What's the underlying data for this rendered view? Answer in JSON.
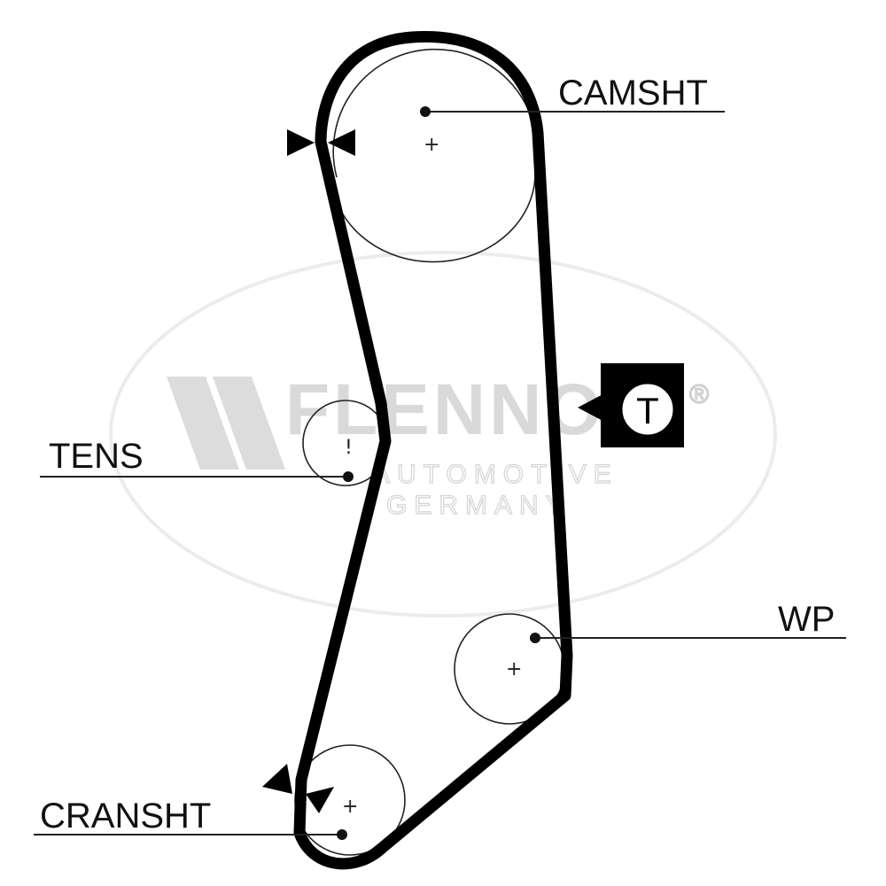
{
  "labels": {
    "camshaft": "CAMSHT",
    "tensioner": "TENS",
    "water_pump": "WP",
    "crankshaft": "CRANSHT"
  },
  "watermark": {
    "brand": "FLENNOR",
    "line1": "AUTOMOTIVE",
    "line2": "GERMANY",
    "registered": "®"
  },
  "badge": {
    "letter": "T"
  },
  "colors": {
    "belt": "#000000",
    "watermark": "#d9d9d9",
    "background": "#ffffff"
  },
  "icons": [
    "timing-mark-arrows-icon",
    "tensioner-badge-icon"
  ]
}
